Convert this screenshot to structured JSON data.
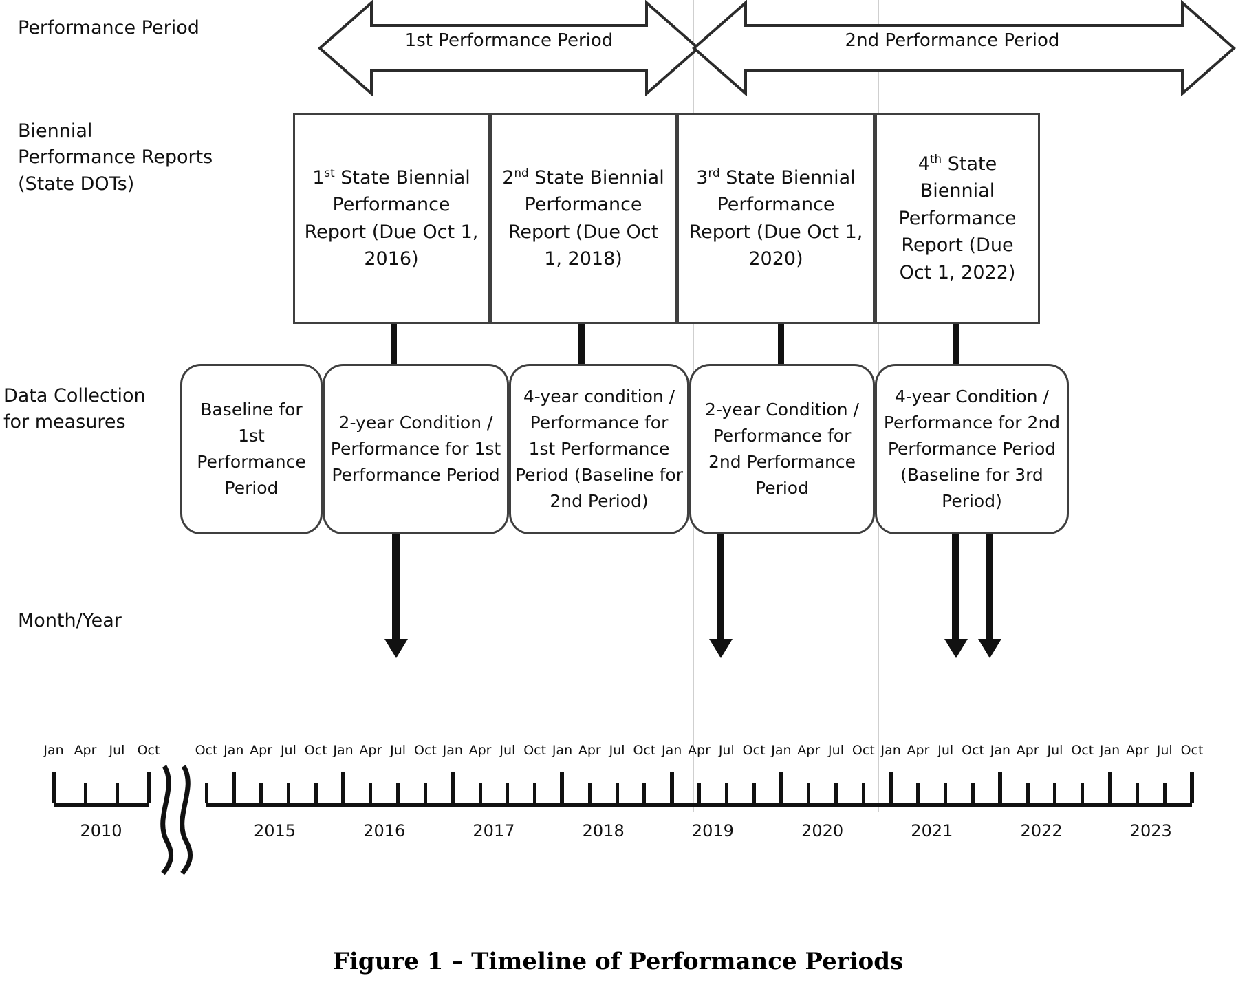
{
  "figure": {
    "caption": "Figure 1 – Timeline of Performance Periods"
  },
  "row_labels": {
    "performance_period": "Performance Period",
    "biennial_reports": "Biennial\nPerformance Reports\n(State DOTs)",
    "data_collection": "Data Collection\nfor measures",
    "month_year": "Month/Year"
  },
  "performance_periods": [
    {
      "name": "arrow-1st-performance-period",
      "label": "1st Performance Period"
    },
    {
      "name": "arrow-2nd-performance-period",
      "label": "2nd Performance Period"
    }
  ],
  "report_boxes": [
    {
      "ordinal": "1",
      "suffix": "st",
      "rest": " State Biennial Performance Report (Due Oct 1, 2016)",
      "due": "Oct 1, 2016"
    },
    {
      "ordinal": "2",
      "suffix": "nd",
      "rest": " State Biennial Performance Report (Due Oct 1, 2018)",
      "due": "Oct 1, 2018"
    },
    {
      "ordinal": "3",
      "suffix": "rd",
      "rest": " State Biennial Performance Report (Due Oct 1, 2020)",
      "due": "Oct 1, 2020"
    },
    {
      "ordinal": "4",
      "suffix": "th",
      "rest": " State Biennial Performance Report (Due Oct 1, 2022)",
      "due": "Oct 1, 2022"
    }
  ],
  "data_boxes": [
    {
      "label": "Baseline for 1st Performance Period"
    },
    {
      "label": "2-year Condition / Performance for 1st Performance Period"
    },
    {
      "label": "4-year condition / Performance for 1st Performance Period (Baseline for 2nd Period)"
    },
    {
      "label": "2-year Condition / Performance for 2nd Performance Period"
    },
    {
      "label": "4-year Condition / Performance for 2nd Performance Period (Baseline for 3rd Period)"
    }
  ],
  "chart_data": {
    "type": "table",
    "title": "Timeline of Performance Periods",
    "xlabel": "Month/Year",
    "axis_break": true,
    "month_ticks": [
      "Jan",
      "Apr",
      "Jul",
      "Oct"
    ],
    "early_segment": {
      "year": "2010",
      "months": [
        "Jan",
        "Apr",
        "Jul",
        "Oct"
      ]
    },
    "main_segment": {
      "leading_month": "Oct",
      "years": [
        "2015",
        "2016",
        "2017",
        "2018",
        "2019",
        "2020",
        "2021",
        "2022",
        "2023"
      ],
      "months_per_year": [
        "Jan",
        "Apr",
        "Jul",
        "Oct"
      ]
    },
    "report_due_markers": [
      "Oct 2016",
      "Oct 2018",
      "Oct 2020",
      "Oct 2022"
    ]
  }
}
